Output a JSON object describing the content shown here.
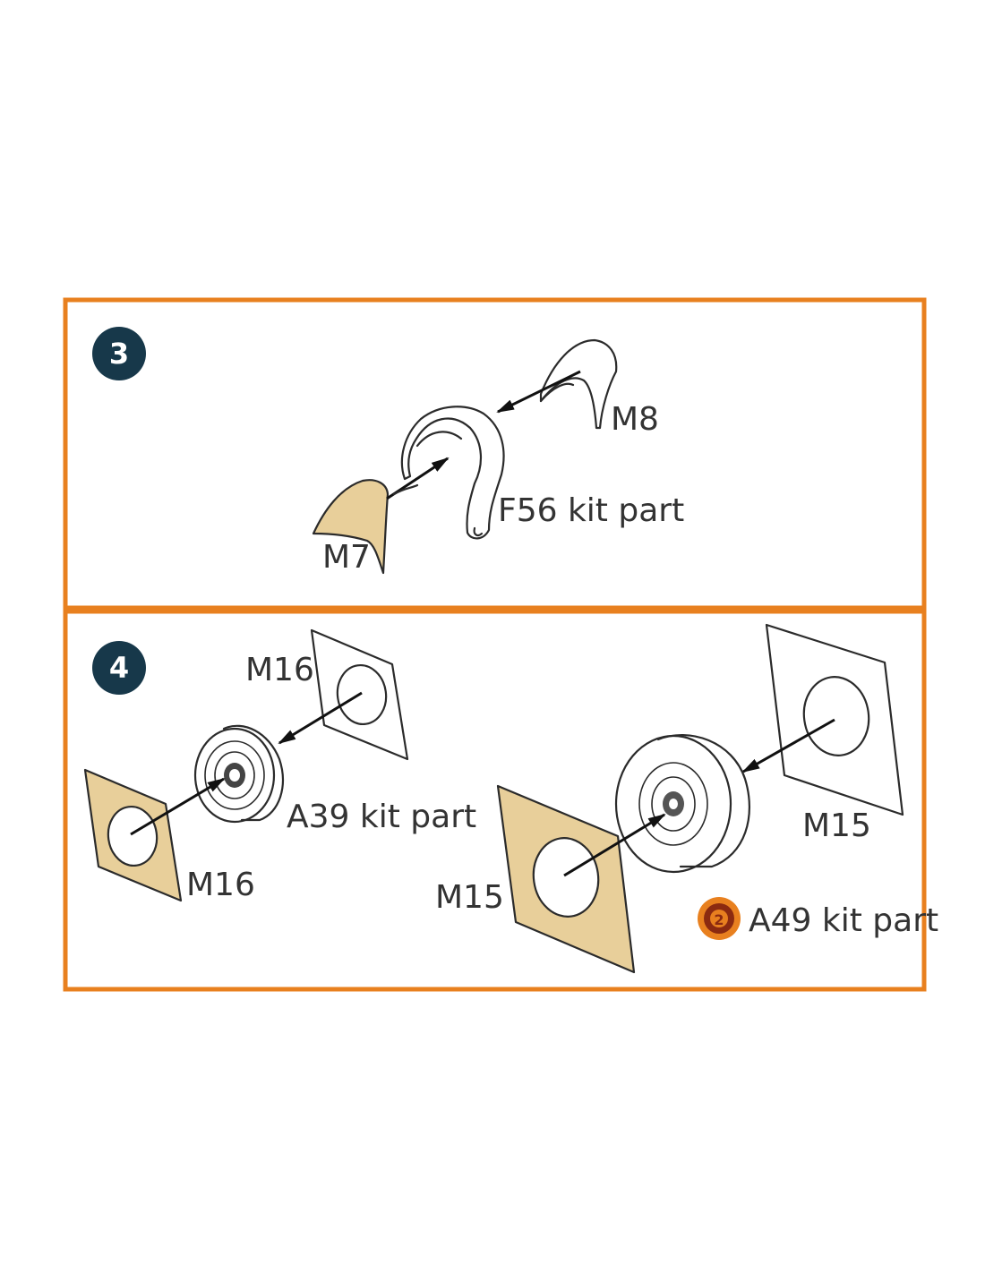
{
  "colors": {
    "frame": "#E8801F",
    "step_badge": "#17384A",
    "mask_fill": "#E8CF9A",
    "icon_ring": "#E8801F",
    "icon_core": "#8B2A10"
  },
  "steps": [
    {
      "number": "3",
      "labels": {
        "m8": "M8",
        "f56": "F56 kit part",
        "m7": "M7"
      }
    },
    {
      "number": "4",
      "labels": {
        "m16_top": "M16",
        "a39": "A39 kit part",
        "m16_bottom": "M16",
        "m15_right": "M15",
        "m15_left": "M15",
        "a49": "A49 kit part"
      },
      "icons": {
        "a49_note": "circled-number-2-icon",
        "a49_note_text": "2"
      }
    }
  ]
}
